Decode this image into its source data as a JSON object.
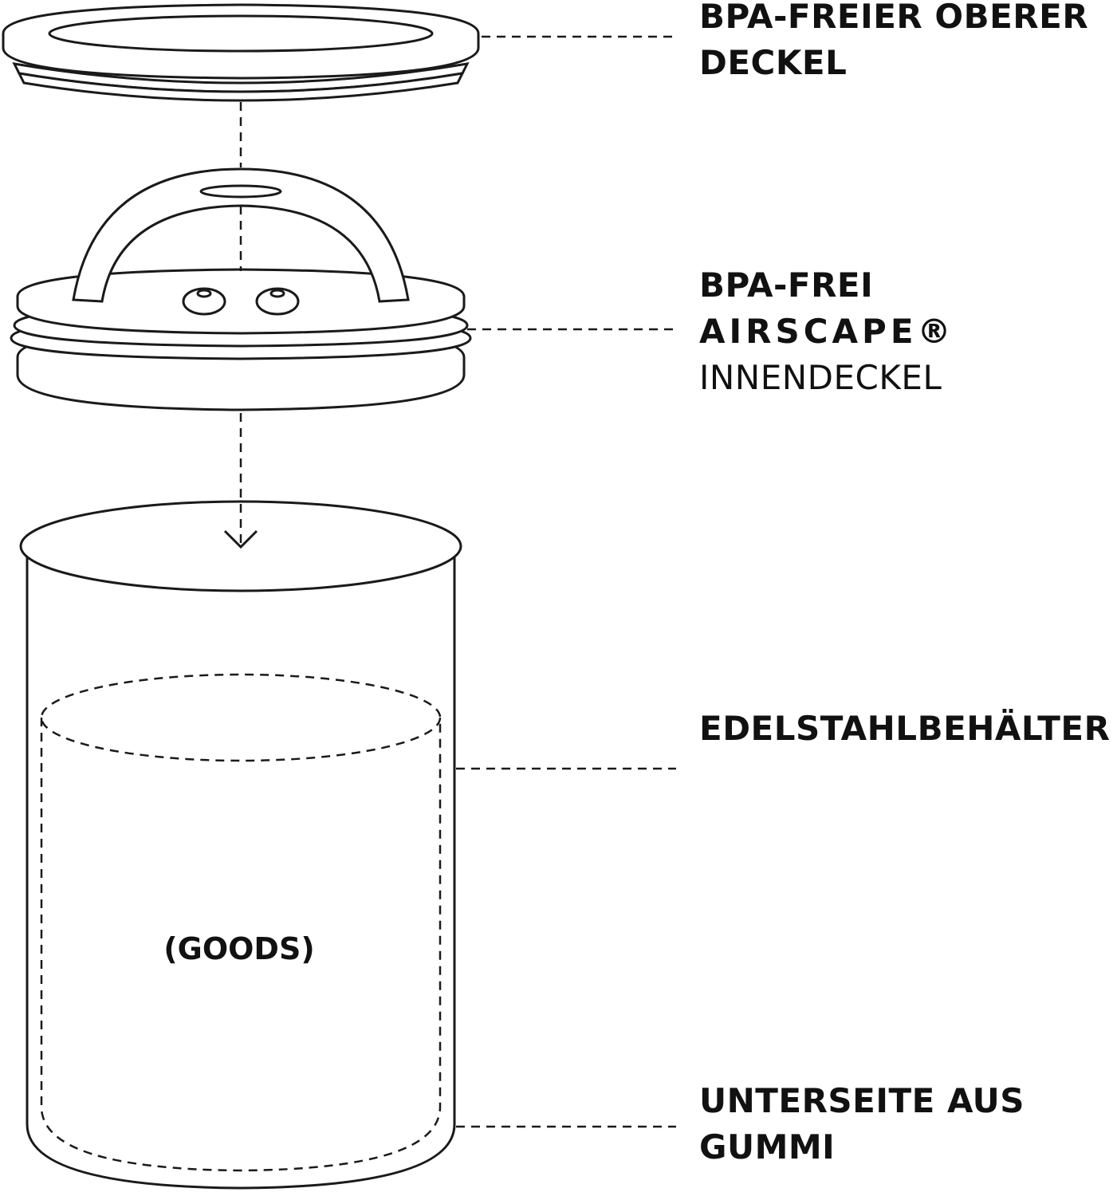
{
  "labels": {
    "top_lid": {
      "line1": "BPA-FREIER OBERER",
      "line2": "DECKEL"
    },
    "inner_lid": {
      "line1": "BPA-FREI",
      "line2": "AIRSCAPE®",
      "line3": "INNENDECKEL"
    },
    "container": {
      "line1": "EDELSTAHLBEHÄLTER"
    },
    "bottom": {
      "line1": "UNTERSEITE AUS",
      "line2": "GUMMI"
    }
  },
  "goods_label": "(GOODS)",
  "colors": {
    "line": "#1a1a1a",
    "background": "#ffffff"
  }
}
